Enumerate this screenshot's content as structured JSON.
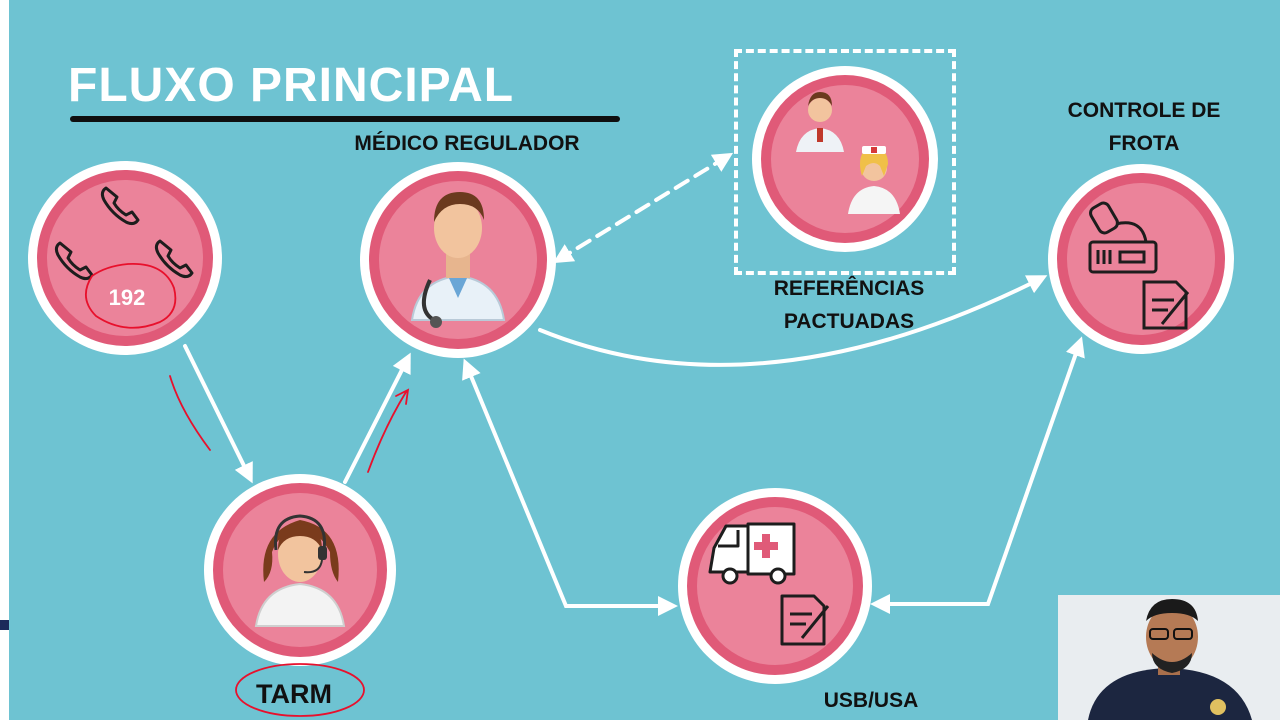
{
  "slide": {
    "title": "FLUXO PRINCIPAL",
    "colors": {
      "background": "#6ec3d2",
      "node_ring": "#e05a78",
      "node_fill": "#eb839a",
      "annotation": "#e8102c"
    }
  },
  "nodes": {
    "call": {
      "number": "192",
      "icon": "phone-icon"
    },
    "doctor": {
      "label": "MÉDICO REGULADOR",
      "icon": "doctor-icon"
    },
    "references": {
      "label_line1": "REFERÊNCIAS",
      "label_line2": "PACTUADAS",
      "icon": "doctor-nurse-icon"
    },
    "fleet": {
      "label_line1": "CONTROLE DE",
      "label_line2": "FROTA",
      "icon": "radio-icon"
    },
    "tarm": {
      "label": "TARM",
      "icon": "operator-icon"
    },
    "ambulance": {
      "label": "USB/USA",
      "icon": "ambulance-icon"
    }
  }
}
